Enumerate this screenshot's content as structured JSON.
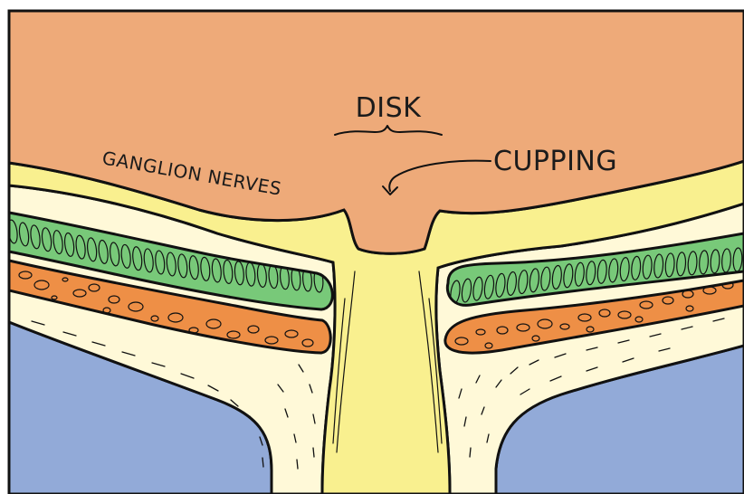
{
  "labels": {
    "disk": "DISK",
    "cupping": "CUPPING",
    "ganglion_nerves": "GANGLION NERVES"
  },
  "colors": {
    "vitreous": "#eeaa79",
    "nerve_fiber_layer": "#f9f08f",
    "inner_layer": "#fff9d8",
    "green_band": "#78c979",
    "orange_band": "#ee8f46",
    "choroid": "#92aad8",
    "outline": "#111111"
  }
}
